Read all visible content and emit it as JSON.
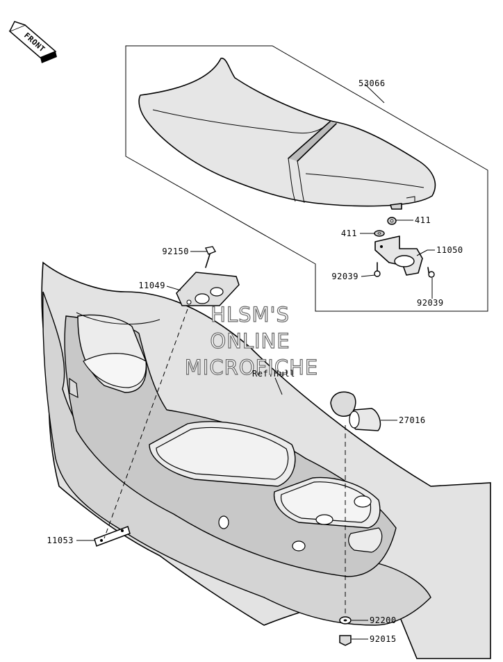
{
  "direction_tag": "FRONT",
  "hull_reference": "Ref.Hull",
  "watermark": [
    "HLSM'S",
    "ONLINE",
    "MICROFICHE"
  ],
  "parts": {
    "seat": "53066",
    "washer_upper": "411",
    "washer_lower": "411",
    "seat_bracket": "11050",
    "bolt_left": "92039",
    "bolt_right": "92039",
    "bolt_top": "92150",
    "front_bracket": "11049",
    "cap": "27016",
    "strap": "11053",
    "spacer": "92200",
    "nut": "92015"
  }
}
